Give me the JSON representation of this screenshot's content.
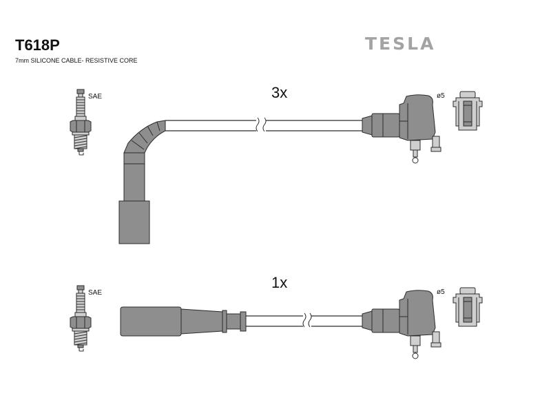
{
  "header": {
    "part_number": "T618P",
    "description": "7mm SILICONE CABLE- RESISTIVE CORE",
    "brand": "TESLA"
  },
  "cable_sets": [
    {
      "quantity": "3x",
      "plug_standard": "SAE",
      "terminal_diameter": "ø5",
      "plug_boot": "angled"
    },
    {
      "quantity": "1x",
      "plug_standard": "SAE",
      "terminal_diameter": "ø5",
      "plug_boot": "straight"
    }
  ],
  "colors": {
    "outline": "#2b2b2b",
    "boot": "#8e8e8e",
    "metal": "#cfcfcf",
    "logo": "#a3a3a3"
  }
}
